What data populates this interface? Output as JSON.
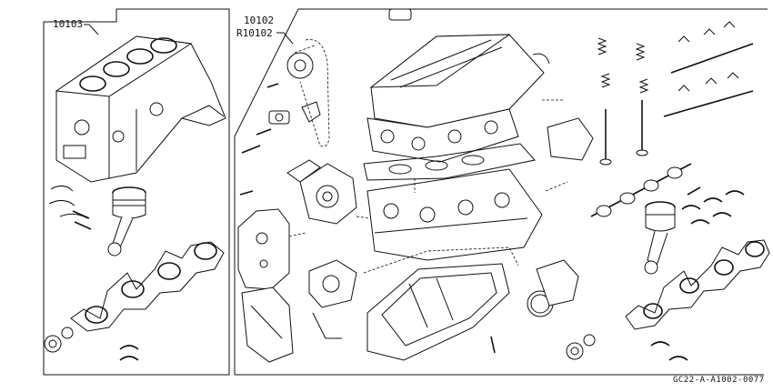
{
  "labels": {
    "short_block": "10103",
    "full_engine": "10102",
    "full_engine_alt": "R10102",
    "drawing_ref": "GC22-A-A1002-0077"
  },
  "icons": {
    "cylinder_block": "engine-block-icon",
    "cylinder_head": "cylinder-head-icon",
    "crankshaft": "crankshaft-icon",
    "camshaft": "camshaft-icon",
    "piston": "piston-icon",
    "oil_pan": "oil-pan-icon",
    "timing_chain": "timing-chain-icon"
  },
  "colors": {
    "ink": "#111111",
    "paper": "#ffffff"
  }
}
